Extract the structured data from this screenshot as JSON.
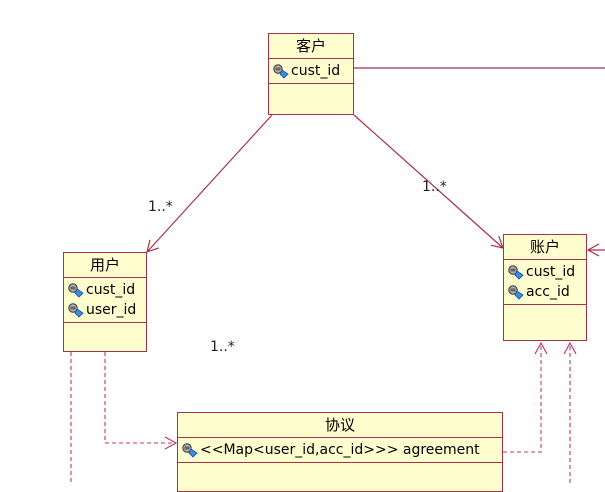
{
  "classes": {
    "customer": {
      "title": "客户",
      "attrs": [
        "cust_id"
      ]
    },
    "user": {
      "title": "用户",
      "attrs": [
        "cust_id",
        "user_id"
      ]
    },
    "account": {
      "title": "账户",
      "attrs": [
        "cust_id",
        "acc_id"
      ]
    },
    "agreement": {
      "title": "协议",
      "attrs": [
        "<<Map<user_id,acc_id>>> agreement"
      ]
    }
  },
  "multiplicities": {
    "user_end": "1..*",
    "account_end": "1..*",
    "middle": "1..*"
  },
  "colors": {
    "class_fill": "#fefece",
    "class_border": "#a8314a",
    "association": "#a8314a",
    "dependency": "#c0396a"
  }
}
